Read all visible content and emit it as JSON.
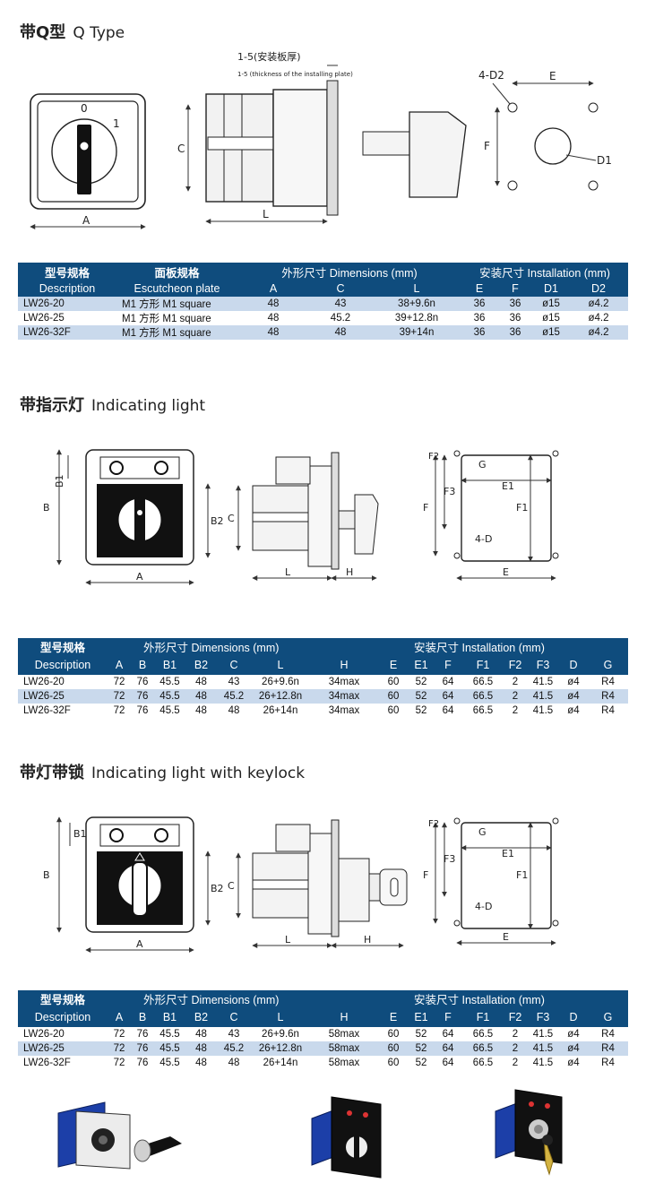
{
  "sections": [
    {
      "title_cn": "带Q型",
      "title_en": "Q Type",
      "drawing": {
        "plate_thickness_cn": "1-5(安装板厚)",
        "plate_thickness_en": "1-5 (thickness of the installing plate)",
        "front_labels": {
          "zero": "0",
          "one": "1",
          "a": "A"
        },
        "side_labels": {
          "c": "C",
          "l": "L"
        },
        "mount_labels": {
          "d2": "4-D2",
          "e": "E",
          "f": "F",
          "d1": "D1"
        }
      },
      "table": {
        "head": {
          "desc_cn": "型号规格",
          "desc_en": "Description",
          "plate_cn": "面板规格",
          "plate_en": "Escutcheon plate",
          "dim": "外形尺寸 Dimensions (mm)",
          "inst": "安装尺寸 Installation (mm)",
          "cols": [
            "A",
            "C",
            "L",
            "E",
            "F",
            "D1",
            "D2"
          ]
        },
        "rows": [
          [
            "LW26-20",
            "M1 方形 M1 square",
            "48",
            "43",
            "38+9.6n",
            "36",
            "36",
            "ø15",
            "ø4.2"
          ],
          [
            "LW26-25",
            "M1 方形 M1 square",
            "48",
            "45.2",
            "39+12.8n",
            "36",
            "36",
            "ø15",
            "ø4.2"
          ],
          [
            "LW26-32F",
            "M1 方形 M1 square",
            "48",
            "48",
            "39+14n",
            "36",
            "36",
            "ø15",
            "ø4.2"
          ]
        ]
      }
    },
    {
      "title_cn": "带指示灯",
      "title_en": "Indicating light",
      "drawing": {
        "front_labels": {
          "b1": "B1",
          "b": "B",
          "b2": "B2",
          "a": "A"
        },
        "side_labels": {
          "c": "C",
          "l": "L",
          "h": "H"
        },
        "mount_labels": {
          "f2": "F2",
          "g": "G",
          "e1": "E1",
          "f3": "F3",
          "f": "F",
          "f1": "F1",
          "d": "4-D",
          "e": "E"
        }
      },
      "table": {
        "head": {
          "desc_cn": "型号规格",
          "desc_en": "Description",
          "dim": "外形尺寸 Dimensions (mm)",
          "inst": "安装尺寸 Installation (mm)",
          "cols": [
            "A",
            "B",
            "B1",
            "B2",
            "C",
            "L",
            "H",
            "E",
            "E1",
            "F",
            "F1",
            "F2",
            "F3",
            "D",
            "G"
          ]
        },
        "rows": [
          [
            "LW26-20",
            "72",
            "76",
            "45.5",
            "48",
            "43",
            "26+9.6n",
            "34max",
            "60",
            "52",
            "64",
            "66.5",
            "2",
            "41.5",
            "ø4",
            "R4"
          ],
          [
            "LW26-25",
            "72",
            "76",
            "45.5",
            "48",
            "45.2",
            "26+12.8n",
            "34max",
            "60",
            "52",
            "64",
            "66.5",
            "2",
            "41.5",
            "ø4",
            "R4"
          ],
          [
            "LW26-32F",
            "72",
            "76",
            "45.5",
            "48",
            "48",
            "26+14n",
            "34max",
            "60",
            "52",
            "64",
            "66.5",
            "2",
            "41.5",
            "ø4",
            "R4"
          ]
        ]
      }
    },
    {
      "title_cn": "带灯带锁",
      "title_en": "Indicating light with keylock",
      "drawing": {
        "front_labels": {
          "b1": "B1",
          "b": "B",
          "b2": "B2",
          "a": "A"
        },
        "side_labels": {
          "c": "C",
          "l": "L",
          "h": "H"
        },
        "mount_labels": {
          "f2": "F2",
          "g": "G",
          "e1": "E1",
          "f3": "F3",
          "f": "F",
          "f1": "F1",
          "d": "4-D",
          "e": "E"
        }
      },
      "table": {
        "head": {
          "desc_cn": "型号规格",
          "desc_en": "Description",
          "dim": "外形尺寸 Dimensions (mm)",
          "inst": "安装尺寸 Installation (mm)",
          "cols": [
            "A",
            "B",
            "B1",
            "B2",
            "C",
            "L",
            "H",
            "E",
            "E1",
            "F",
            "F1",
            "F2",
            "F3",
            "D",
            "G"
          ]
        },
        "rows": [
          [
            "LW26-20",
            "72",
            "76",
            "45.5",
            "48",
            "43",
            "26+9.6n",
            "58max",
            "60",
            "52",
            "64",
            "66.5",
            "2",
            "41.5",
            "ø4",
            "R4"
          ],
          [
            "LW26-25",
            "72",
            "76",
            "45.5",
            "48",
            "45.2",
            "26+12.8n",
            "58max",
            "60",
            "52",
            "64",
            "66.5",
            "2",
            "41.5",
            "ø4",
            "R4"
          ],
          [
            "LW26-32F",
            "72",
            "76",
            "45.5",
            "48",
            "48",
            "26+14n",
            "58max",
            "60",
            "52",
            "64",
            "66.5",
            "2",
            "41.5",
            "ø4",
            "R4"
          ]
        ]
      }
    }
  ],
  "colors": {
    "header_bg": "#0f4c7d",
    "row_shade": "#c9d9ec",
    "switch_blue": "#1c3fa8"
  }
}
